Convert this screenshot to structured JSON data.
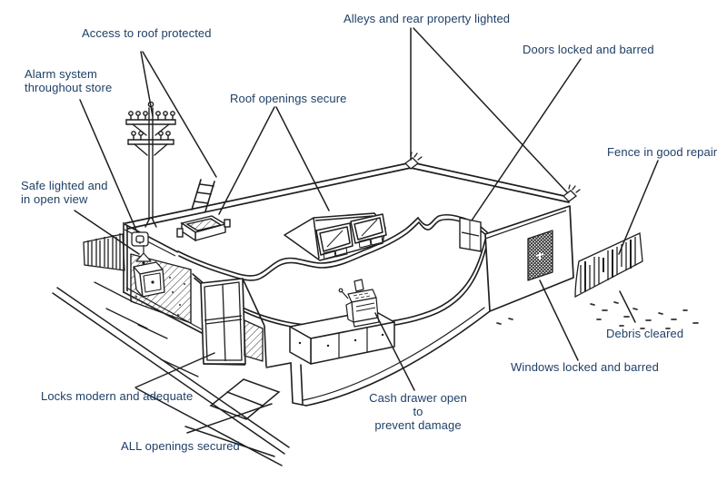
{
  "diagram": {
    "description": "Cutaway line-art illustration of a small store showing premises security checkpoints",
    "colors": {
      "label_text": "#1e3f66",
      "line_art": "#1f1f1f",
      "background": "#ffffff"
    },
    "callouts": [
      {
        "id": "access-roof",
        "label": "Access to roof protected",
        "target": "utility-pole-and-ladder"
      },
      {
        "id": "alarm-system",
        "label": "Alarm system\nthroughout store",
        "target": "alarm-box"
      },
      {
        "id": "safe-lighted",
        "label": "Safe lighted and\nin open view",
        "target": "safe-and-lamp"
      },
      {
        "id": "roof-openings",
        "label": "Roof openings secure",
        "target": "roof-vent-and-skylight"
      },
      {
        "id": "alleys-lighted",
        "label": "Alleys and rear property lighted",
        "target": "rear-floodlights"
      },
      {
        "id": "doors-locked",
        "label": "Doors locked and barred",
        "target": "rear-door"
      },
      {
        "id": "fence-repair",
        "label": "Fence in good repair",
        "target": "rear-fence"
      },
      {
        "id": "debris-cleared",
        "label": "Debris cleared",
        "target": "ground-debris"
      },
      {
        "id": "windows-locked",
        "label": "Windows locked and barred",
        "target": "barred-window"
      },
      {
        "id": "cash-drawer",
        "label": "Cash drawer open to\nprevent damage",
        "target": "cash-register"
      },
      {
        "id": "locks-modern",
        "label": "Locks modern and adequate",
        "target": "front-door"
      },
      {
        "id": "all-openings",
        "label": "ALL openings secured",
        "target": "sidewalk-cellar-doors"
      }
    ]
  }
}
